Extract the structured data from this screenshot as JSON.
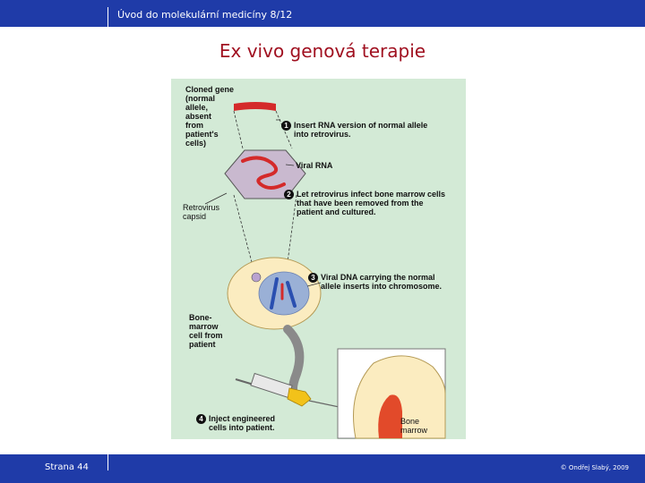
{
  "header": {
    "course_title": "Úvod do molekulární medicíny 8/12",
    "bar_color": "#1f3ba8"
  },
  "slide": {
    "title": "Ex vivo genová terapie"
  },
  "figure": {
    "labels": {
      "cloned_gene": "Cloned gene\n(normal\nallele,\nabsent\nfrom\npatient's\ncells)",
      "retrovirus_capsid": "Retrovirus\ncapsid",
      "viral_rna": "Viral RNA",
      "bone_marrow_cell": "Bone-\nmarrow\ncell from\npatient",
      "bone_marrow": "Bone\nmarrow"
    },
    "steps": [
      {
        "number": "1",
        "text": "Insert RNA version of normal allele\ninto retrovirus."
      },
      {
        "number": "2",
        "text": "Let retrovirus infect bone marrow cells\nthat have been removed from the\npatient and cultured."
      },
      {
        "number": "3",
        "text": "Viral DNA carrying the normal\nallele inserts into chromosome."
      },
      {
        "number": "4",
        "text": "Inject engineered\ncells into patient."
      }
    ],
    "colors": {
      "background": "#d3ead6",
      "gene": "#d42a2a",
      "capsid": "#c9b9cf",
      "cell": "#fbecc0",
      "nucleus": "#9ab0d6",
      "chromosome": "#2a4fb0",
      "syringe_tip": "#f2c21a"
    }
  },
  "footer": {
    "page_label": "Strana 44",
    "copyright": "© Ondřej Slabý, 2009"
  }
}
